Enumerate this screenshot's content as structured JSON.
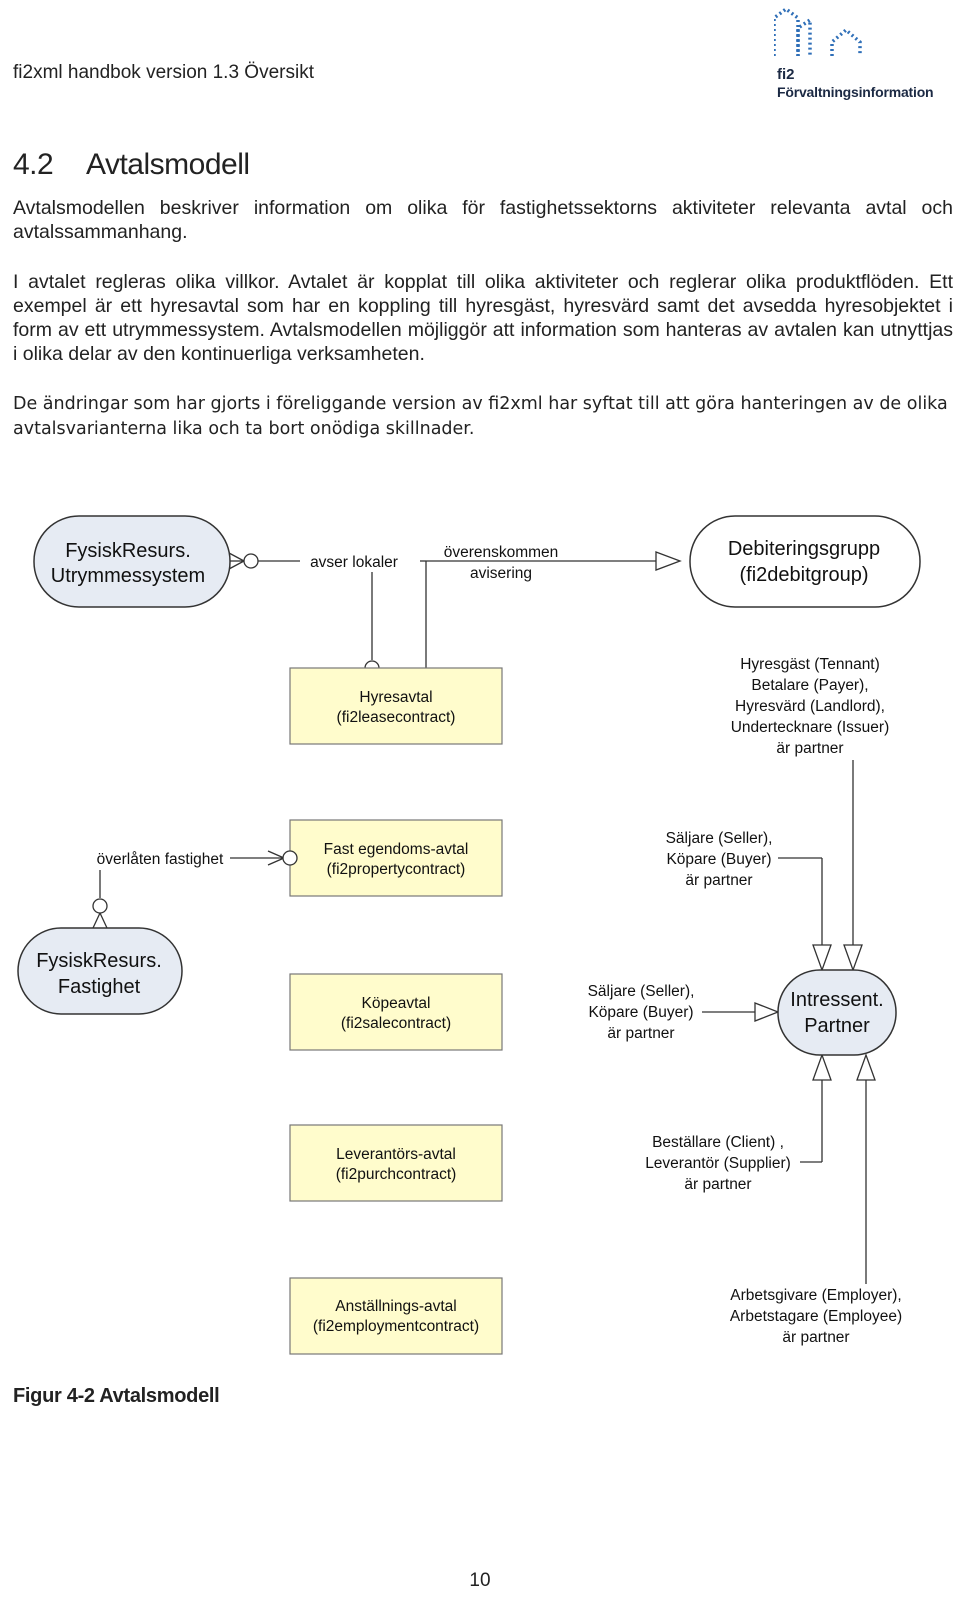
{
  "header": {
    "title": "fi2xml handbok version 1.3 Översikt",
    "logo_short": "fi2",
    "logo_org": "Förvaltningsinformation"
  },
  "section": {
    "number": "4.2",
    "title": "Avtalsmodell"
  },
  "paragraphs": [
    "Avtalsmodellen beskriver information om olika för fastighetssektorns aktiviteter relevanta avtal och avtalssammanhang.",
    "I avtalet regleras olika villkor. Avtalet är kopplat till olika aktiviteter och reglerar olika produktflöden. Ett exempel är ett hyresavtal som har en koppling till hyresgäst, hyresvärd samt det avsedda hyresobjektet i form av ett utrymmessystem. Avtalsmodellen möjliggör att information som hanteras av avtalen kan utnyttjas i olika delar av den kontinuerliga verksamheten.",
    "De ändringar som har gjorts i föreliggande version av fi2xml har syftat till att göra hanteringen av de olika avtalsvarianterna lika och ta bort onödiga skillnader."
  ],
  "diagram": {
    "entities": {
      "utrymme": [
        "FysiskResurs.",
        "Utrymmessystem"
      ],
      "debitering": [
        "Debiteringsgrupp",
        "(fi2debitgroup)"
      ],
      "fastighet": [
        "FysiskResurs.",
        "Fastighet"
      ],
      "partner": [
        "Intressent.",
        "Partner"
      ]
    },
    "contracts": {
      "hyresavtal": [
        "Hyresavtal",
        "(fi2leasecontract)"
      ],
      "fastegendom": [
        "Fast egendoms-avtal",
        "(fi2propertycontract)"
      ],
      "kopeavtal": [
        "Köpeavtal",
        "(fi2salecontract)"
      ],
      "leverantor": [
        "Leverantörs-avtal",
        "(fi2purchcontract)"
      ],
      "anstallning": [
        "Anställnings-avtal",
        "(fi2employmentcontract)"
      ]
    },
    "relations": {
      "avser_lokaler": [
        "avser lokaler"
      ],
      "overenskommen": [
        "överenskommen",
        "avisering"
      ],
      "overlaten": [
        "överlåten fastighet"
      ],
      "hyres_partner": [
        "Hyresgäst (Tennant)",
        "Betalare (Payer),",
        "Hyresvärd (Landlord),",
        "Undertecknare (Issuer)",
        "är partner"
      ],
      "fast_partner": [
        "Säljare (Seller),",
        "Köpare (Buyer)",
        "är partner"
      ],
      "kop_partner": [
        "Säljare (Seller),",
        "Köpare (Buyer)",
        "är partner"
      ],
      "lev_partner": [
        "Beställare (Client) ,",
        "Leverantör (Supplier)",
        "är partner"
      ],
      "anst_partner": [
        "Arbetsgivare (Employer),",
        "Arbetstagare (Employee)",
        "är partner"
      ]
    }
  },
  "caption": "Figur 4-2 Avtalsmodell",
  "page_number": "10"
}
